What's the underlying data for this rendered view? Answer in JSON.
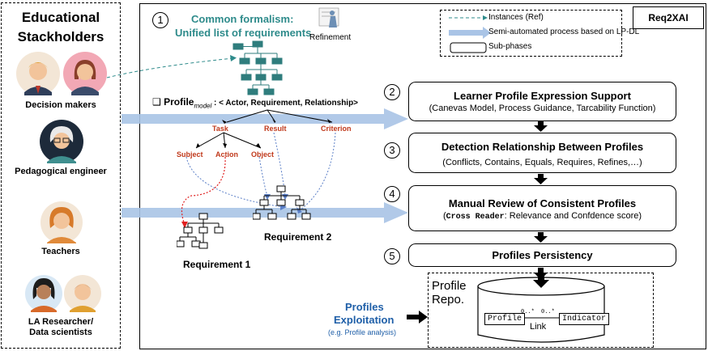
{
  "stakeholders": {
    "title_line1": "Educational",
    "title_line2": "Stackholders",
    "groups": [
      {
        "label": "Decision makers"
      },
      {
        "label": "Pedagogical engineer"
      },
      {
        "label": "Teachers"
      },
      {
        "label_line1": "LA Researcher/",
        "label_line2": "Data scientists"
      }
    ]
  },
  "header": {
    "tag": "Req2XAI"
  },
  "legend": {
    "items": [
      {
        "label": "Instances (Ref)",
        "kind": "dashed-arrow",
        "color": "#2e8b8b"
      },
      {
        "label": "Semi-automated process based on LP-DL",
        "kind": "wide-arrow",
        "color": "#a9c4e6"
      },
      {
        "label": "Sub-phases",
        "kind": "box"
      }
    ]
  },
  "formalism": {
    "number": "1",
    "title_line1": "Common formalism:",
    "title_line2": "Unified list  of requirements",
    "refinement_label": "Refinement",
    "color": "#2e8b8b"
  },
  "profile_model": {
    "checkbox": "❑",
    "word": "Profile",
    "subscript": "model",
    "rest": " : < Actor, Requirement, Relationship>",
    "tree": {
      "task": "Task",
      "result": "Result",
      "criterion": "Criterion",
      "subject": "Subject",
      "action": "Action",
      "object": "Object"
    },
    "requirement_1": "Requirement 1",
    "requirement_2": "Requirement 2"
  },
  "phases": [
    {
      "number": "2",
      "title": "Learner Profile  Expression Support",
      "subtitle": "(Canevas Model, Process Guidance, Tarcability Function)"
    },
    {
      "number": "3",
      "title": "Detection Relationship  Between Profiles",
      "subtitle": "(Conflicts, Contains, Equals, Requires, Refines,…)"
    },
    {
      "number": "4",
      "title": "Manual  Review of Consistent  Profiles",
      "subtitle_bold": "Cross Reader",
      "subtitle_rest": ": Relevance and Confdence score)",
      "subtitle_open": "("
    },
    {
      "number": "5",
      "title": "Profiles  Persistency"
    }
  ],
  "repository": {
    "title_line1": "Profile",
    "title_line2": "Repo.",
    "left_box": "Profile",
    "right_box": "Indicator",
    "link": "Link",
    "mult_left": "0..*",
    "mult_right": "0..*"
  },
  "exploitation": {
    "line1": "Profiles",
    "line2": "Exploitation",
    "line3": "(e.g. Profile analysis)",
    "color": "#1f5fa8"
  },
  "colors": {
    "accent_teal": "#2e8b8b",
    "tree_red": "#c0391b",
    "flow_blue": "#a9c4e6",
    "dotted_blue": "#5b7fc7",
    "dotted_red": "#e02020"
  }
}
